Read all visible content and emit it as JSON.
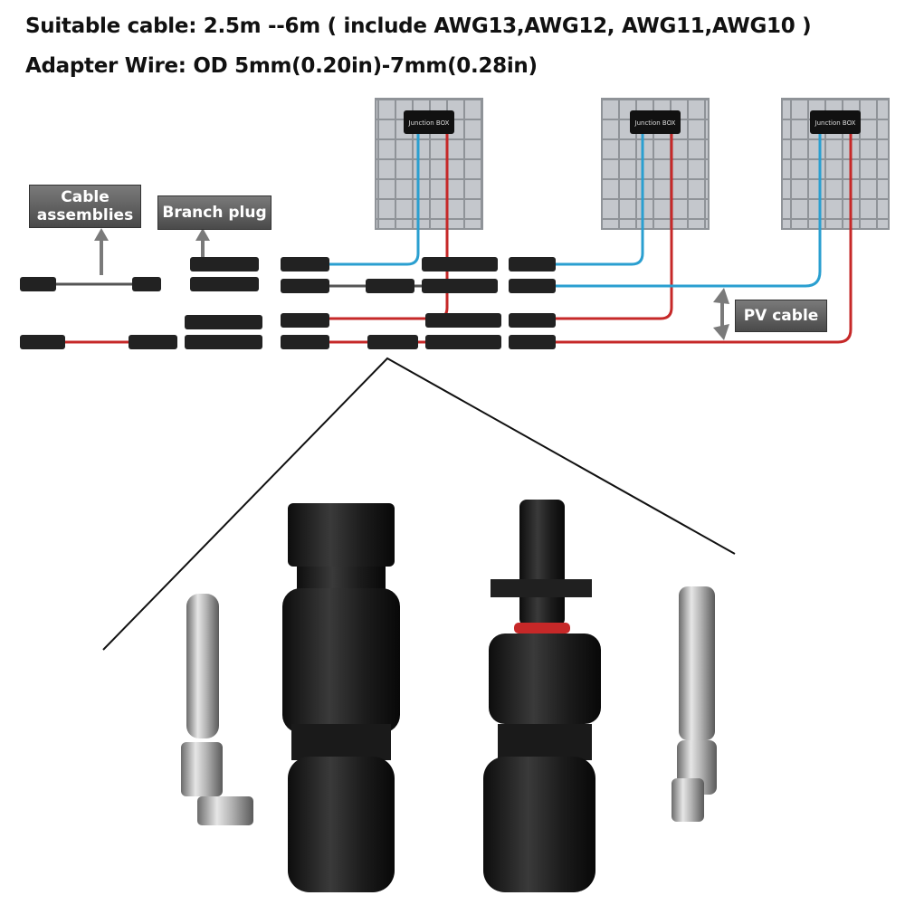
{
  "specs": {
    "suitable_cable": "Suitable cable: 2.5m --6m ( include AWG13,AWG12, AWG11,AWG10 )",
    "adapter_wire": "Adapter Wire: OD 5mm(0.20in)-7mm(0.28in)"
  },
  "labels": {
    "cable_assemblies_line1": "Cable",
    "cable_assemblies_line2": "assemblies",
    "branch_plug": "Branch plug",
    "pv_cable": "PV cable",
    "junction_box": "Junction BOX"
  },
  "colors": {
    "positive_wire": "#c62828",
    "negative_wire": "#2a9fd0",
    "panel_cell": "#c9ccd1",
    "connector": "#1c1c1c"
  }
}
